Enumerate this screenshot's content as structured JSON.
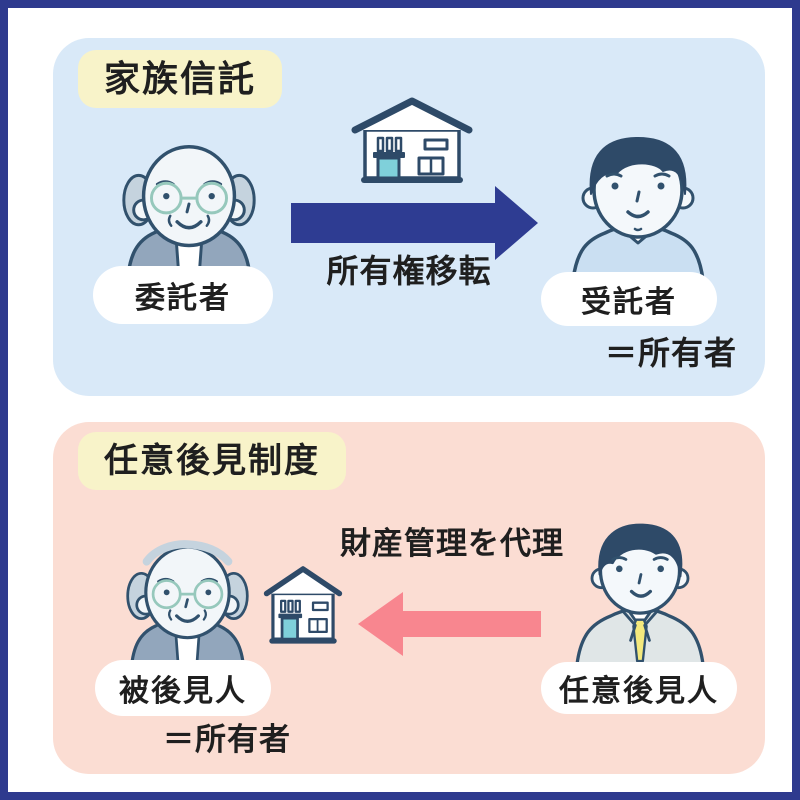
{
  "colors": {
    "frame_border": "#2e3a8e",
    "trust_panel_bg": "#d9e9f8",
    "guardian_panel_bg": "#fbddd3",
    "title_badge_bg": "#f8f3c9",
    "ownership_arrow": "#2e3c92",
    "management_arrow": "#f8868f",
    "label_pill_bg": "#ffffff",
    "illustration_outline": "#31516d",
    "house_door_teal": "#7fd0da",
    "text": "#1f1f1f"
  },
  "trust": {
    "title": "家族信託",
    "trustor_label": "委託者",
    "arrow_caption": "所有権移転",
    "trustee_label": "受託者",
    "owner_note": "＝所有者"
  },
  "guardian": {
    "title": "任意後見制度",
    "arrow_caption": "財産管理を代理",
    "ward_label": "被後見人",
    "owner_note": "＝所有者",
    "guardian_label": "任意後見人"
  },
  "icons": {
    "house": "house-icon",
    "ownership_arrow": "arrow-right-icon",
    "management_arrow": "arrow-left-icon",
    "trustor": "elderly-man-icon",
    "trustee": "young-man-icon",
    "ward": "elderly-man-icon",
    "guardian": "suit-man-icon"
  }
}
